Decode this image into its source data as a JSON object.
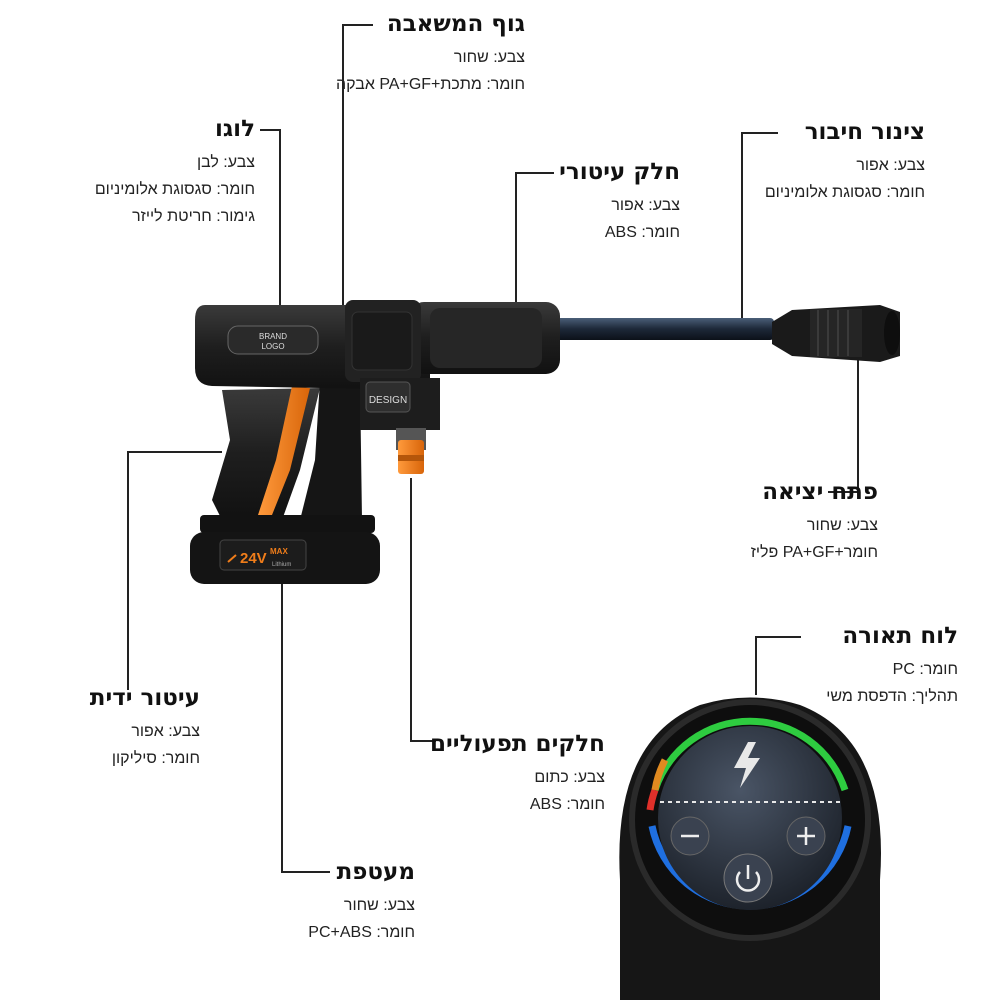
{
  "callouts": {
    "body": {
      "title": "גוף המשאבה",
      "lines": [
        "צבע: שחור",
        "חומר: מתכת+PA+GF אבקה"
      ]
    },
    "logo": {
      "title": "לוגו",
      "lines": [
        "צבע: לבן",
        "חומר: סגסוגת אלומיניום",
        "גימור: חריטת לייזר"
      ]
    },
    "trim": {
      "title": "חלק עיטורי",
      "lines": [
        "צבע: אפור",
        "חומר: ABS"
      ]
    },
    "pipe": {
      "title": "צינור חיבור",
      "lines": [
        "צבע: אפור",
        "חומר: סגסוגת אלומיניום"
      ]
    },
    "outlet": {
      "title": "פתח יציאה",
      "lines": [
        "צבע: שחור",
        "חומר+PA+GF פליז"
      ]
    },
    "panel": {
      "title": "לוח תאורה",
      "lines": [
        "חומר: PC",
        "תהליך: הדפסת משי"
      ]
    },
    "grip": {
      "title": "עיטור ידית",
      "lines": [
        "צבע: אפור",
        "חומר: סיליקון"
      ]
    },
    "func": {
      "title": "חלקים תפעוליים",
      "lines": [
        "צבע: כתום",
        "חומר: ABS"
      ]
    },
    "shell": {
      "title": "מעטפת",
      "lines": [
        "צבע: שחור",
        "חומר: PC+ABS"
      ]
    }
  },
  "product": {
    "logo_text_1": "BRAND",
    "logo_text_2": "LOGO",
    "design_label": "DESIGN",
    "battery_voltage": "24V",
    "battery_max": "MAX",
    "battery_sub": "Lithium"
  },
  "panel_icons": [
    "bolt-icon",
    "minus-icon",
    "plus-icon",
    "power-icon"
  ],
  "colors": {
    "orange": "#f07d1a",
    "ring_green": "#2ecc40",
    "ring_blue": "#1f6fe0",
    "ring_red": "#e0302a",
    "body_black": "#1c1c1c"
  }
}
